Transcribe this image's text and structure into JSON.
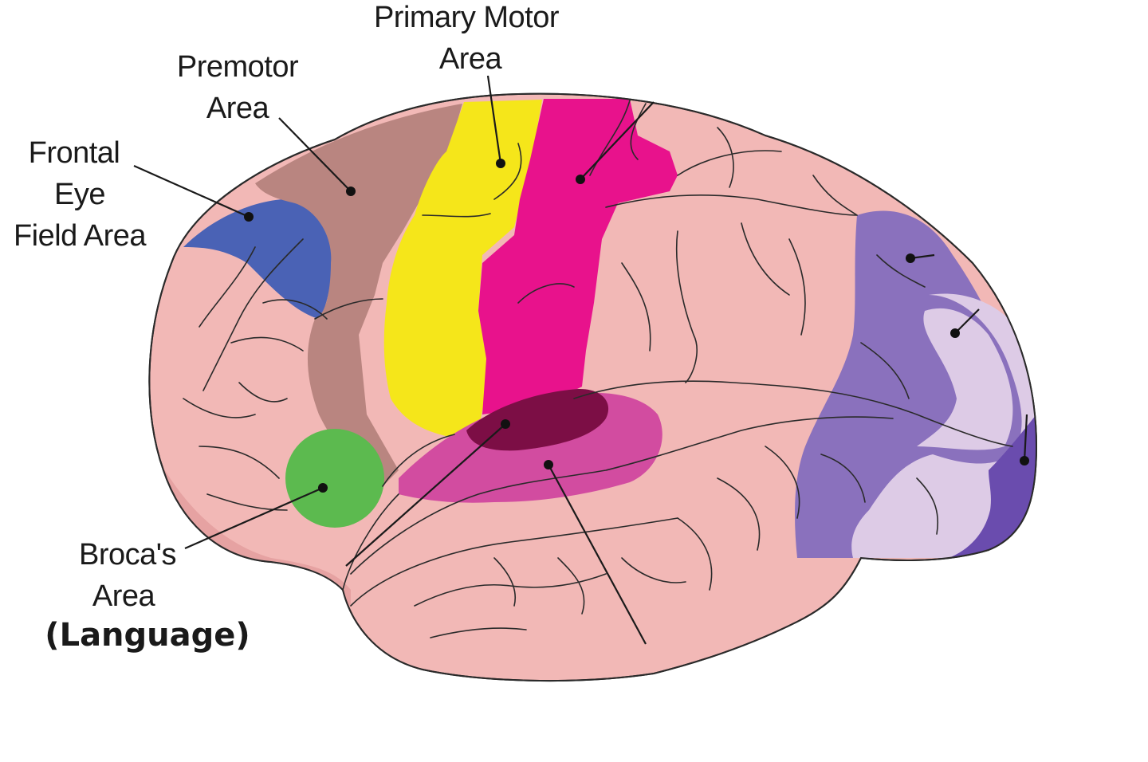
{
  "labels": {
    "primary_motor_line1": "Primary Motor",
    "primary_motor_line2": "Area",
    "premotor_line1": "Premotor",
    "premotor_line2": "Area",
    "frontal_eye_line1": "Frontal",
    "frontal_eye_line2": "Eye",
    "frontal_eye_line3": "Field Area",
    "broca_line1": "Broca's",
    "broca_line2": "Area",
    "broca_line3": "(Language)"
  },
  "colors": {
    "cortex": "#f2b8b6",
    "cortex_shadow": "#e6a2a2",
    "frontal_eye_field": "#4a62b5",
    "premotor": "#b98580",
    "primary_motor": "#f5e61a",
    "primary_somatosensory": "#e8128c",
    "broca": "#5cba4f",
    "auditory": "#d24ca0",
    "auditory_core": "#7c0e45",
    "visual_association": "#8a71bd",
    "visual_light": "#ddcbe6",
    "primary_visual": "#6a4cae"
  }
}
